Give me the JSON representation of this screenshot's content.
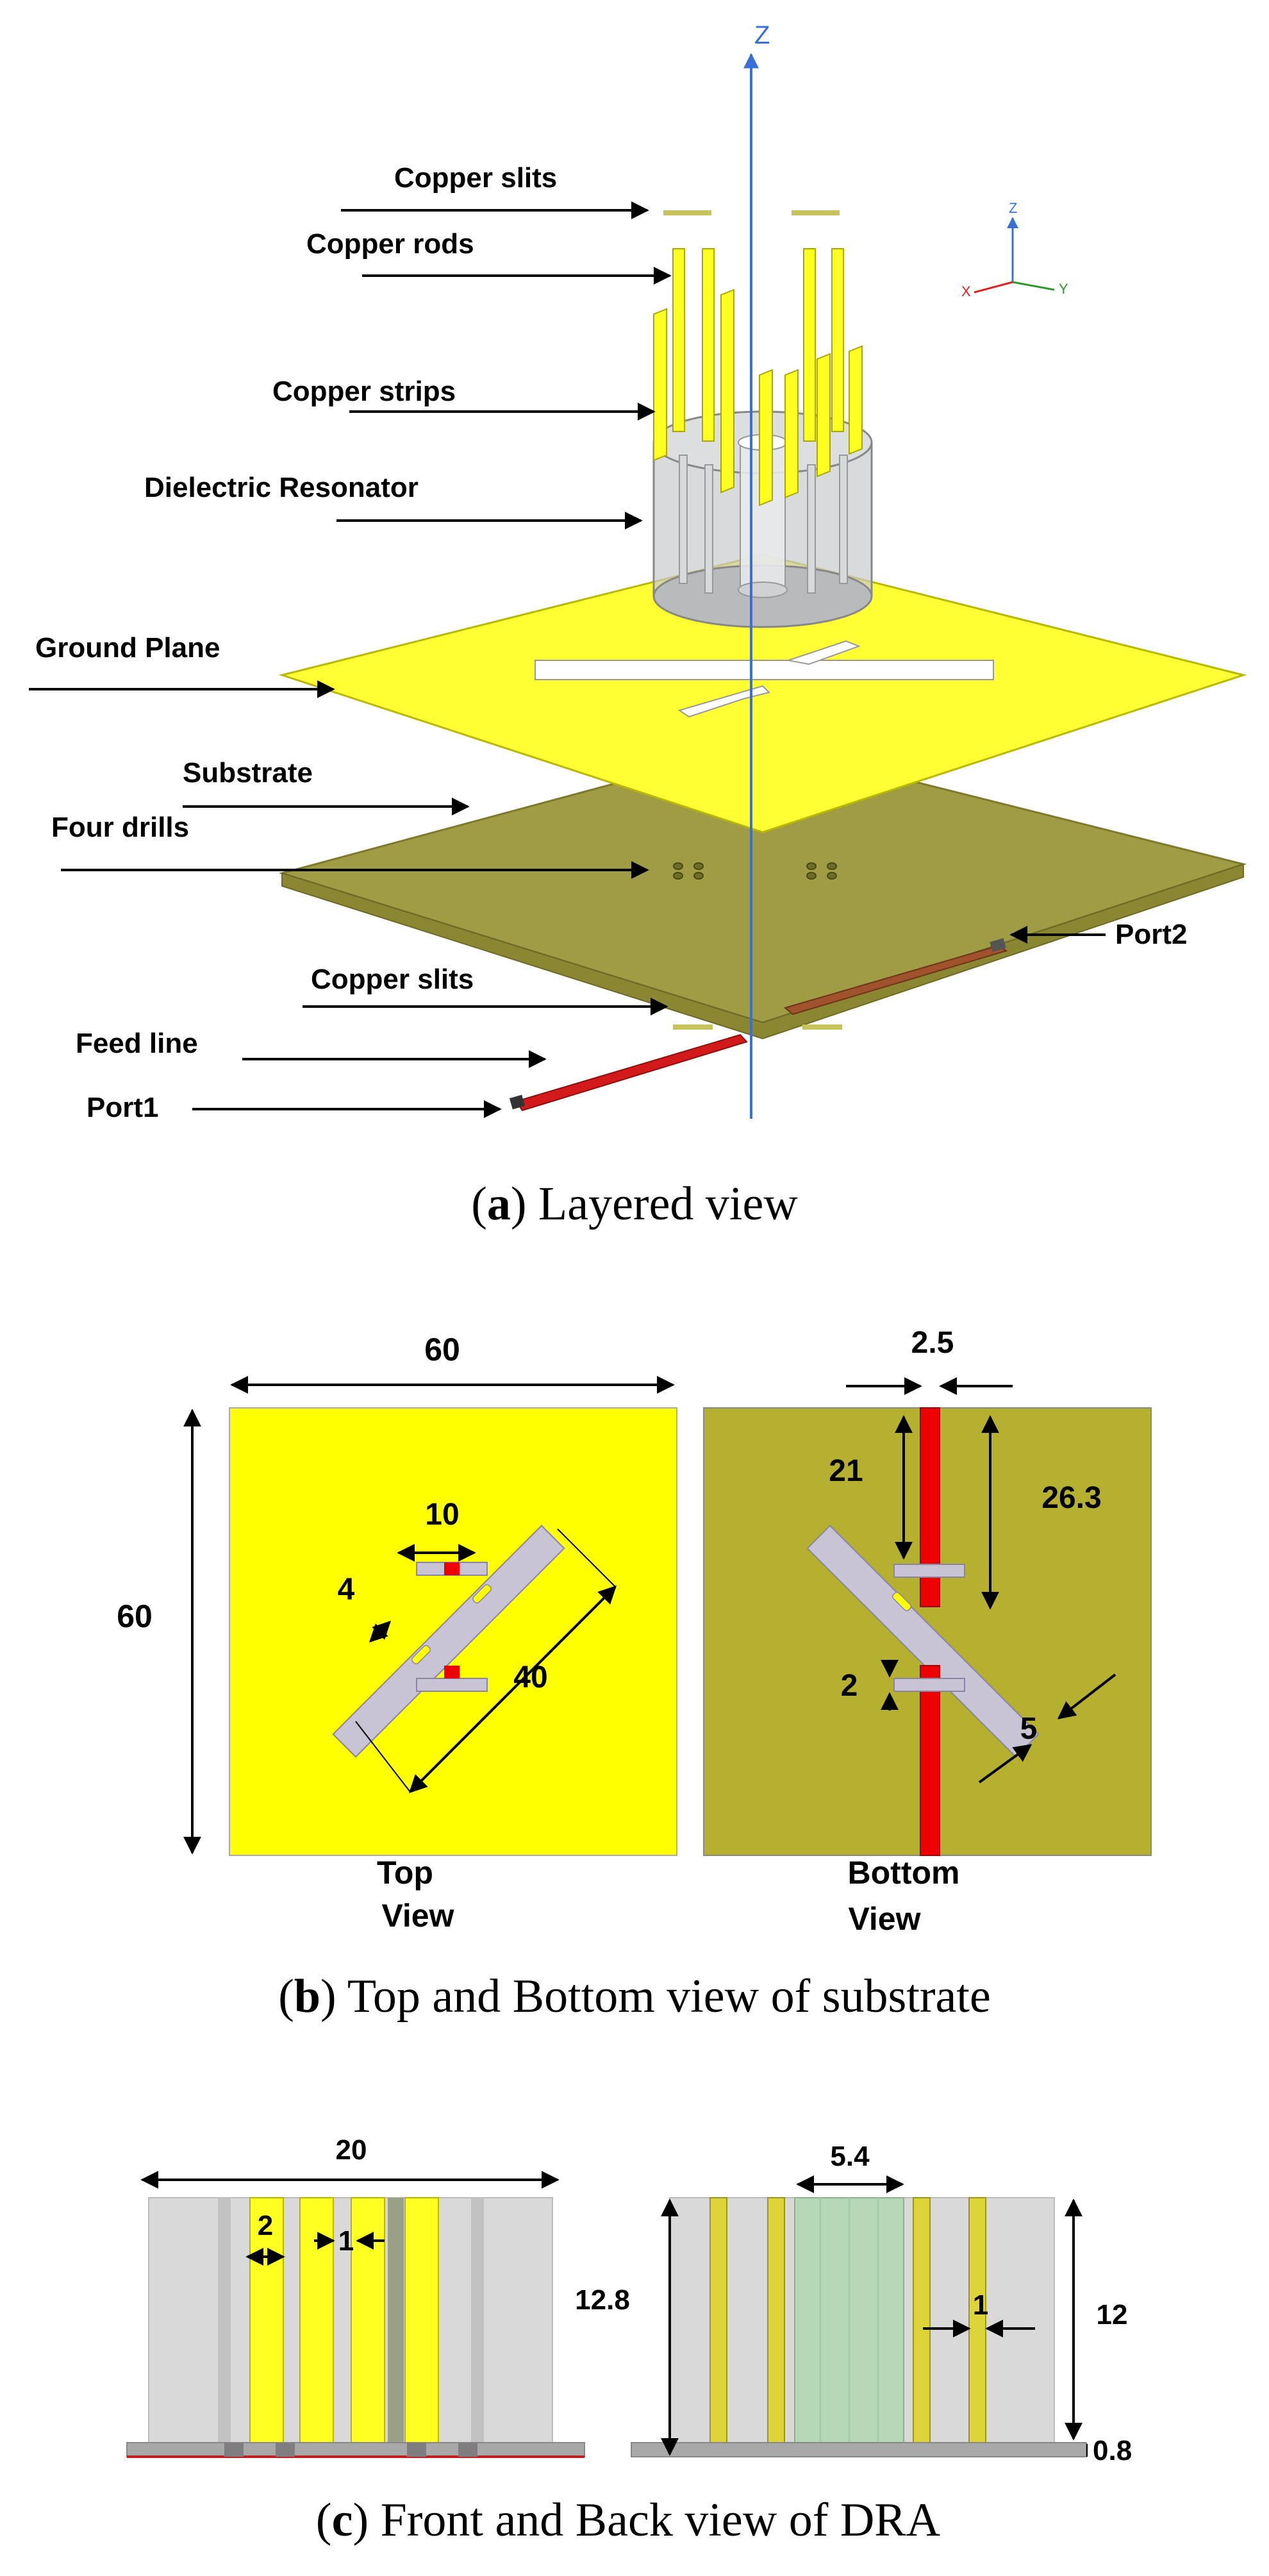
{
  "panel_a": {
    "labels": {
      "copper_slits_top": "Copper slits",
      "copper_rods": "Copper rods",
      "copper_strips": "Copper strips",
      "dielectric_resonator": "Dielectric Resonator",
      "ground_plane": "Ground Plane",
      "substrate": "Substrate",
      "four_drills": "Four drills",
      "copper_slits_bottom": "Copper slits",
      "feed_line": "Feed line",
      "port1": "Port1",
      "port2": "Port2"
    },
    "axes": {
      "z_main": "Z",
      "mini_z": "Z",
      "mini_x": "X",
      "mini_y": "Y"
    },
    "caption_letter": "a",
    "caption_text": " Layered view"
  },
  "panel_b": {
    "dims": {
      "width": "60",
      "height": "60",
      "slit_len": "10",
      "slit_gap": "4",
      "slot_len": "40",
      "feed_w": "2.5",
      "d21": "21",
      "d263": "26.3",
      "d2": "2",
      "d5": "5"
    },
    "top_view_1": "Top",
    "top_view_2": "View",
    "bottom_view_1": "Bottom",
    "bottom_view_2": "View",
    "caption_letter": "b",
    "caption_text": " Top and Bottom view of substrate"
  },
  "panel_c": {
    "dims": {
      "w20": "20",
      "w2": "2",
      "w1a": "1",
      "w54": "5.4",
      "h128": "12.8",
      "w1b": "1",
      "h12": "12",
      "h08": "0.8"
    },
    "caption_letter": "c",
    "caption_text": " Front and Back view of DRA"
  },
  "colors": {
    "copper": "#ffff00",
    "substrate": "#a6a33a",
    "feed": "#dd0000",
    "axis": "#3a6fd8"
  }
}
